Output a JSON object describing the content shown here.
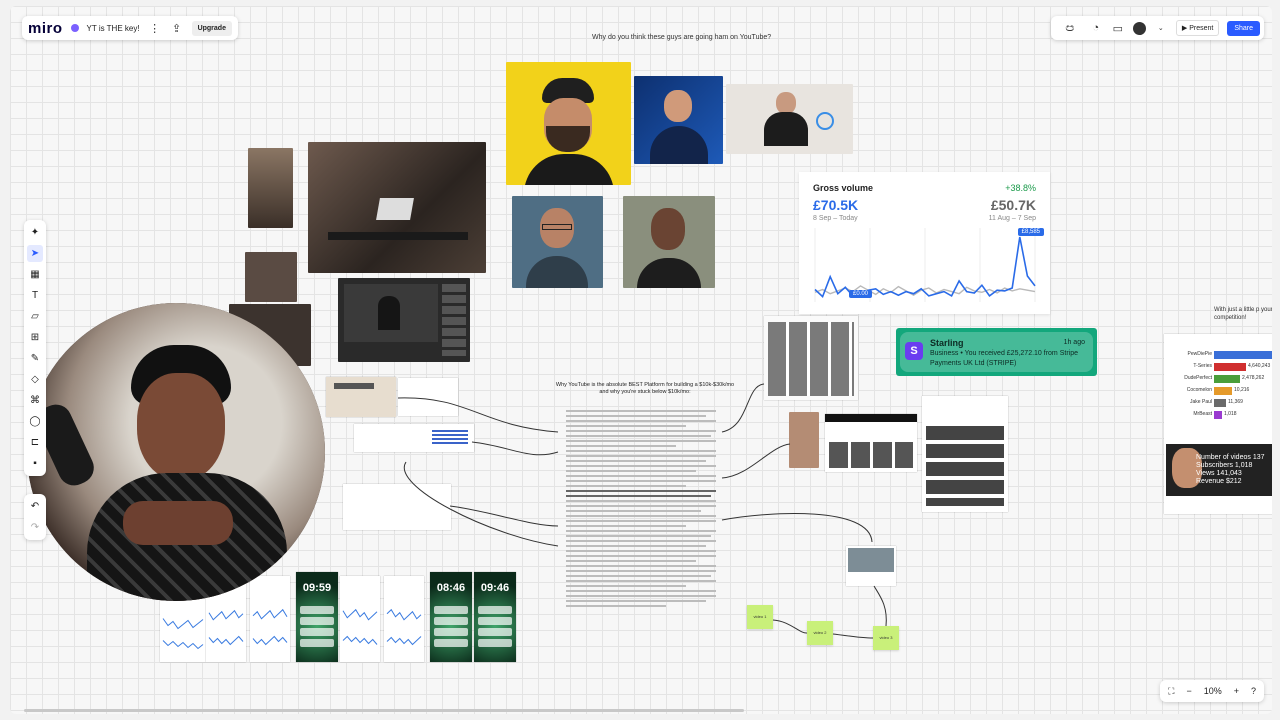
{
  "app": {
    "logo": "miro",
    "board_name": "YT is THE key!",
    "upgrade_label": "Upgrade"
  },
  "topbar": {
    "present_label": "Present",
    "share_label": "Share",
    "brand_color": "#2a5bff"
  },
  "toolbar": {
    "tools": [
      {
        "name": "magic-icon",
        "glyph": "✦"
      },
      {
        "name": "select-icon",
        "glyph": "➤"
      },
      {
        "name": "frame-icon",
        "glyph": "▦"
      },
      {
        "name": "text-icon",
        "glyph": "T"
      },
      {
        "name": "sticky-note-icon",
        "glyph": "▱"
      },
      {
        "name": "templates-icon",
        "glyph": "⊞"
      },
      {
        "name": "pen-icon",
        "glyph": "✎"
      },
      {
        "name": "shapes-icon",
        "glyph": "◇"
      },
      {
        "name": "connector-icon",
        "glyph": "⌘"
      },
      {
        "name": "comment-icon",
        "glyph": "◯"
      },
      {
        "name": "frame-tool-icon",
        "glyph": "⊏"
      },
      {
        "name": "more-icon",
        "glyph": "▪"
      }
    ]
  },
  "zoom": {
    "level": "10%"
  },
  "board": {
    "question": "Why do you think these guys are going ham on YouTube?",
    "doc_title": "Why YouTube is the absolute BEST Platform for building a $10k-$30k/mo and why you're stuck below $10k/mo:",
    "side_note": "With just a little p your competition!",
    "stickies": [
      "video 1",
      "video 2",
      "video 3"
    ]
  },
  "chart_data": {
    "type": "line",
    "title": "Gross volume",
    "change": "+38.8%",
    "current_value": "£70.5K",
    "current_range": "8 Sep – Today",
    "previous_value": "£50.7K",
    "previous_range": "11 Aug – 7 Sep",
    "peak_label": "£8,585",
    "min_label": "£0.00",
    "series": [
      {
        "values": [
          1.2,
          0.2,
          3.0,
          0.6,
          1.5,
          0.3,
          0.2,
          1.1,
          1.3,
          0.5,
          0.9,
          0.4,
          0.9,
          0.6,
          1.3,
          0.3,
          0.6,
          0.9,
          0.3,
          2.4,
          0.9,
          0.7,
          1.8,
          0.3,
          1.1,
          1.0,
          1.4,
          8.585,
          3.1,
          1.7
        ]
      },
      {
        "values": [
          0.8,
          1.2,
          0.6,
          1.0,
          1.4,
          0.9,
          1.7,
          1.1,
          0.5,
          1.3,
          0.8,
          1.6,
          1.0,
          0.4,
          1.1,
          1.4,
          0.7,
          1.2,
          0.9,
          0.6,
          1.5,
          1.0,
          0.8,
          1.2,
          0.7,
          1.4,
          1.0,
          1.3,
          1.1,
          0.9
        ]
      }
    ],
    "colors": [
      "#2a6be8",
      "#b9b9b9"
    ]
  },
  "starling": {
    "brand": "Starling",
    "time": "1h ago",
    "message": "Business • You received £25,272.10 from Stripe Payments UK Ltd (STRIPE)"
  },
  "ranking": {
    "entries": [
      {
        "name": "PewDiePie",
        "value": ""
      },
      {
        "name": "T-Series",
        "value": "4,640,243"
      },
      {
        "name": "DudePerfect",
        "value": "2,478,262"
      },
      {
        "name": "Cocomelon",
        "value": "10,216"
      },
      {
        "name": "Jake Paul",
        "value": "11,369"
      },
      {
        "name": "MrBeast",
        "value": "1,018"
      }
    ],
    "stats": [
      {
        "label": "Number of videos",
        "value": "137"
      },
      {
        "label": "Subscribers",
        "value": "1,018"
      },
      {
        "label": "Views",
        "value": "141,043"
      },
      {
        "label": "Revenue",
        "value": "$212"
      }
    ]
  },
  "phones": {
    "times": [
      "09:59",
      "08:46",
      "09:46"
    ]
  }
}
